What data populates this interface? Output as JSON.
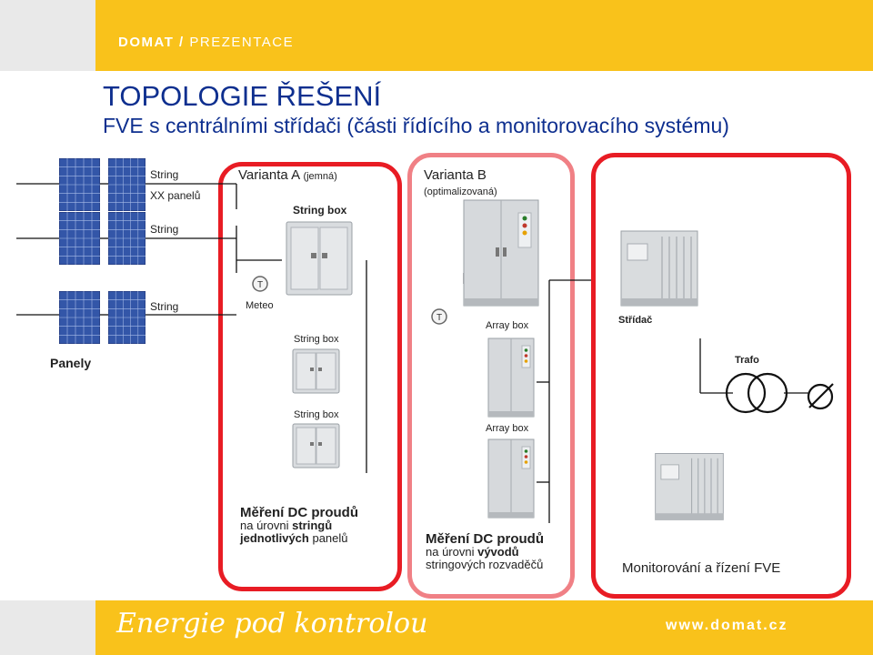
{
  "header": {
    "brand": "DOMAT",
    "separator": " / ",
    "section": "PREZENTACE"
  },
  "title": "TOPOLOGIE ŘEŠENÍ",
  "subtitle": "FVE s centrálními střídači (části řídícího a monitorovacího systému)",
  "labels": {
    "string_1": "String",
    "xx_panelu": "XX panelů",
    "string_2": "String",
    "string_3": "String",
    "panely": "Panely",
    "variant_a": "Varianta A",
    "variant_a_note": "(jemná)",
    "variant_b": "Varianta B",
    "variant_b_note": "(optimalizovaná)",
    "string_box_1": "String box",
    "meteo": "Meteo",
    "string_box_2": "String box",
    "string_box_3": "String box",
    "array_box_1": "Array box",
    "array_box_2": "Array box",
    "stridac": "Střídač",
    "trafo": "Trafo",
    "temp_symbol_1": "T",
    "temp_symbol_2": "T"
  },
  "captions": {
    "a_title": "Měření DC proudů",
    "a_line1_pre": "na úrovni ",
    "a_line1_bold": "stringů",
    "a_line2_bold": "jednotlivých",
    "a_line2_post": " panelů",
    "b_title": "Měření DC proudů",
    "b_line1_pre": "na úrovni ",
    "b_line1_bold": "vývodů",
    "b_line2": "stringových rozvaděčů",
    "c_title": "Monitorování a řízení FVE"
  },
  "footer": {
    "slogan": "Energie pod kontrolou",
    "url": "www.domat.cz"
  },
  "colors": {
    "header_yellow": "#f9c21b",
    "frame_red": "#e81c24",
    "frame_pink": "#f08085",
    "title_blue": "#0e2f8f",
    "panel_blue": "#3356a8"
  },
  "icons": [
    "solar-panel-icon",
    "string-box-icon",
    "array-box-cabinet-icon",
    "inverter-icon",
    "temperature-sensor-icon",
    "transformer-icon",
    "grid-meter-icon"
  ]
}
